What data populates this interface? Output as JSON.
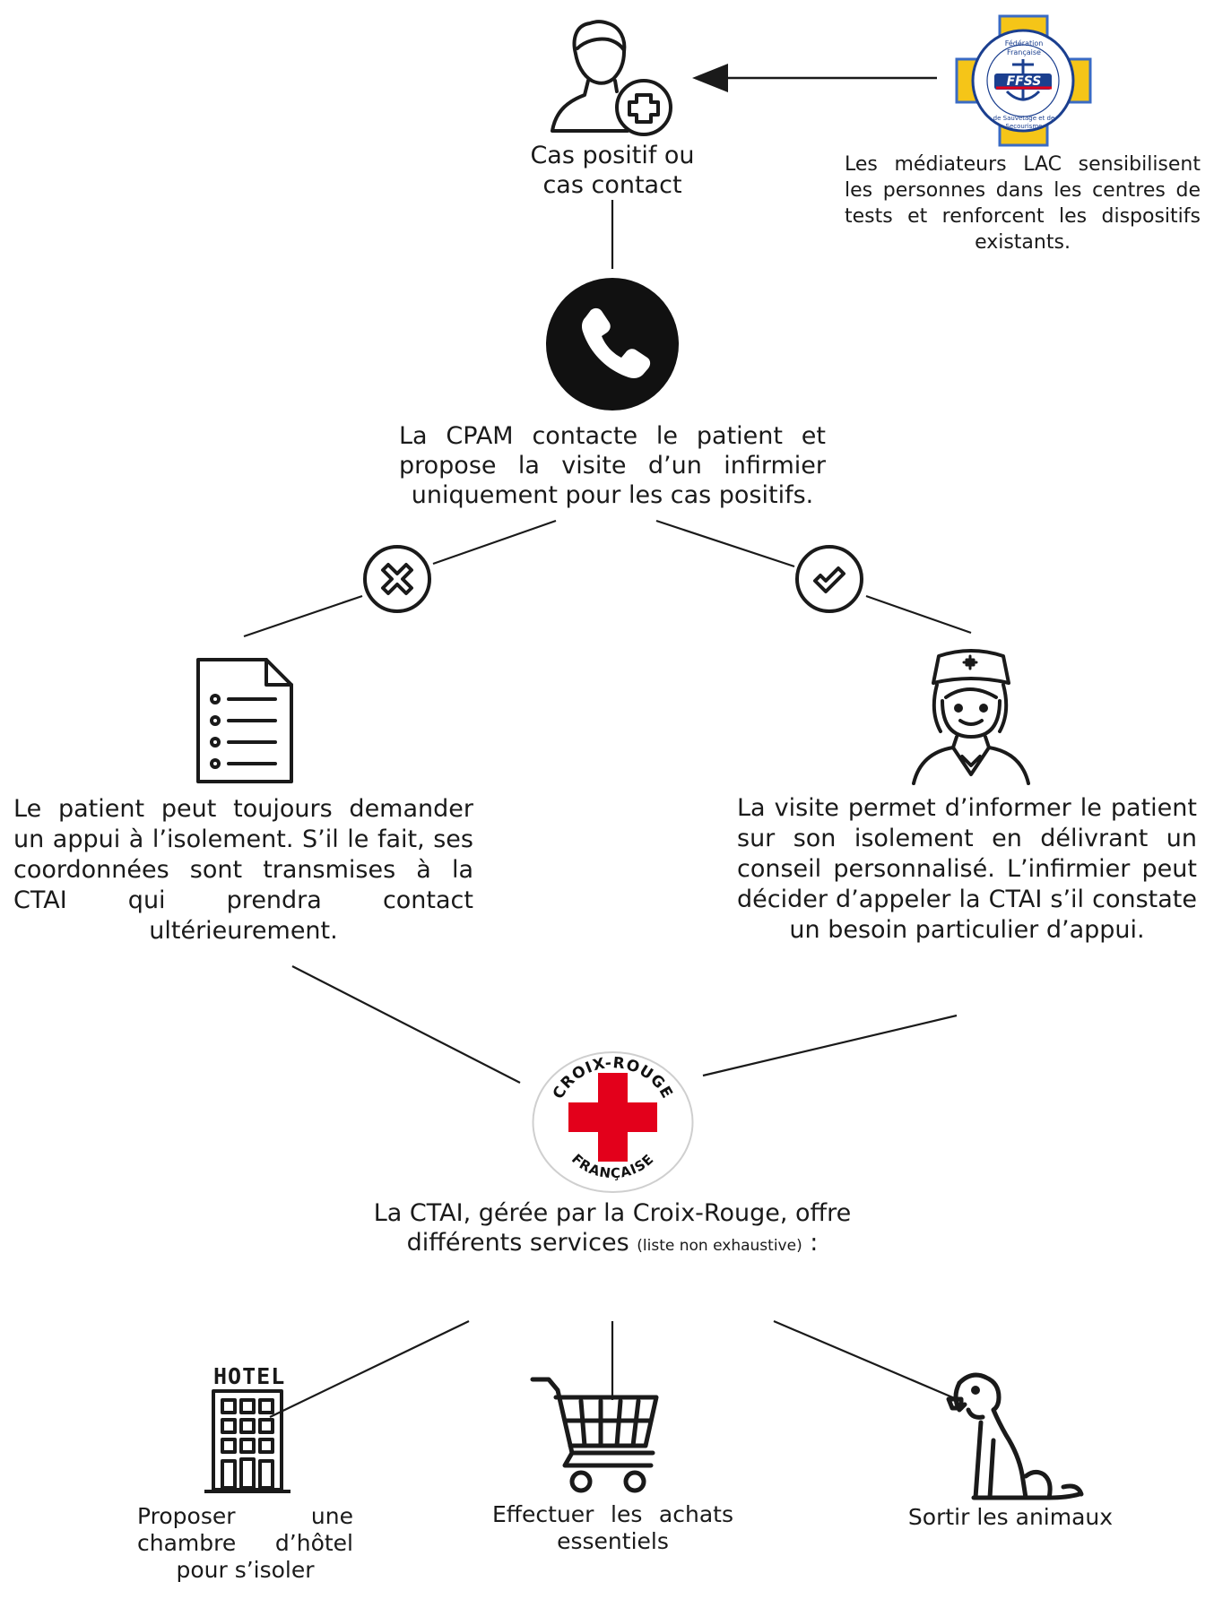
{
  "nodes": {
    "patient": {
      "label_line1": "Cas positif ou",
      "label_line2": "cas contact"
    },
    "ffss": {
      "logo_text_top": "Fédération Française",
      "logo_text_bottom": "de Sauvetage et de Secourisme",
      "logo_abbr": "FFSS",
      "caption": "Les médiateurs LAC sensibilisent les personnes dans les centres de tests et renforcent les dispositifs existants."
    },
    "cpam": {
      "caption": "La CPAM contacte le patient et propose la visite d’un infirmier uniquement pour les cas positifs."
    },
    "refus": {
      "caption": "Le patient peut toujours demander un appui à l’isolement. S’il le fait, ses coordonnées sont transmises à la CTAI qui prendra contact ultérieurement."
    },
    "accepte": {
      "caption": "La visite permet d’informer le patient sur son isolement en délivrant un conseil personnalisé. L’infirmier peut décider d’appeler la CTAI s’il constate un besoin particulier d’appui."
    },
    "ctai": {
      "logo_text_top": "CROIX-ROUGE",
      "logo_text_bottom": "FRANÇAISE",
      "caption_line1": "La CTAI, gérée par la Croix-Rouge, offre",
      "caption_line2": "différents services",
      "caption_note": "(liste non exhaustive)",
      "caption_colon": " :"
    },
    "hotel": {
      "sign": "HOTEL",
      "caption": "Proposer une chambre d’hôtel pour s’isoler"
    },
    "achats": {
      "caption": "Effectuer les achats essentiels"
    },
    "animaux": {
      "caption": "Sortir les animaux"
    }
  },
  "icons": [
    "person-plus-icon",
    "ffss-logo",
    "phone-icon",
    "cross-circle-icon",
    "check-circle-icon",
    "document-list-icon",
    "nurse-icon",
    "croix-rouge-logo",
    "hotel-icon",
    "cart-icon",
    "dog-icon"
  ],
  "colors": {
    "ink": "#1a1a1a",
    "red_cross": "#e3001b",
    "ffss_yellow": "#f5c518",
    "ffss_blue": "#1b3f8f"
  }
}
